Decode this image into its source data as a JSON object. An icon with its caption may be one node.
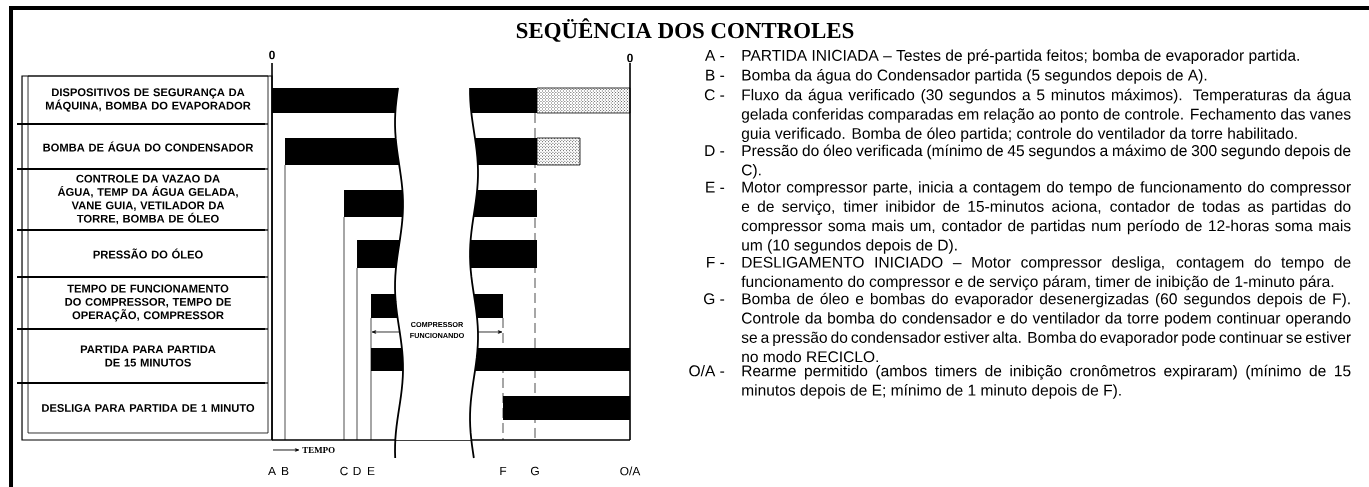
{
  "diagram": {
    "title": "SEQÜÊNCIA DOS CONTROLES",
    "nodes": [
      {
        "text": [
          "DISPOSITIVOS DE SEGURANÇA DA MÁQUINA, BOMBA DO EVAPORADOR"
        ]
      },
      {
        "text": [
          "BOMBA DE ÁGUA DO CONDENSADOR"
        ]
      },
      {
        "text": [
          "CONTROLE DA VAZAO DA ÁGUA, TEMP DA ÁGUA GELADA, VANE GUIA, VETILADOR DA TORRE, BOMBA DE ÓLEO"
        ]
      },
      {
        "text": [
          "PRESSÃO DO ÓLEO"
        ]
      },
      {
        "text": [
          "TEMPO DE FUNCIONAMENTO DO COMPRESSOR, TEMPO DE OPERAÇÃO, COMPRESSOR"
        ]
      },
      {
        "text": [
          "PARTIDA PARA PARTIDA DE 15 MINUTOS"
        ]
      },
      {
        "text": [
          "DESLIGA PARA PARTIDA DE 1 MINUTO"
        ]
      }
    ],
    "labels": [
      "0",
      "0",
      "A",
      "B",
      "C",
      "D",
      "E",
      "F",
      "G",
      "O/A",
      "TEMPO",
      "COMPRESSOR FUNCIONANDO",
      "A -",
      "PARTIDA INICIADA – Testes de pré-partida feitos; bomba de evaporador partida.",
      "B -",
      "Bomba da água do Condensador partida (5 segundos depois de A).",
      "C -",
      "Fluxo da água verificado (30 segundos a 5 minutos máximos). Temperaturas da água gelada conferidas comparadas em relação ao ponto de controle. Fechamento das vanes guia verificado. Bomba de óleo partida; controle do ventilador da torre habilitado.",
      "D -",
      "Pressão do óleo verificada (mínimo de 45 segundos a máximo de 300 segundo depois de C).",
      "E -",
      "Motor compressor parte, inicia a contagem do tempo de funcionamento do compressor e de serviço, timer inibidor de 15-minutos aciona, contador de todas as partidas do compressor soma mais um, contador de partidas num período de 12-horas soma mais um (10 segundos depois de D).",
      "F -",
      "DESLIGAMENTO INICIADO – Motor compressor desliga, contagem do tempo de funcionamento do compressor e de serviço páram, timer de inibição de 1-minuto pára.",
      "G -",
      "Bomba de óleo e bombas do evaporador desenergizadas (60 segundos depois de F). Controle da bomba do condensador e do ventilador da torre podem continuar operando se a pressão do condensador estiver alta. Bomba do evaporador pode continuar se estiver no modo RECICLO.",
      "O/A -",
      "Rearme permitido (ambos timers de inibição cronômetros expiraram) (mínimo de 15 minutos depois de E; mínimo de 1 minuto depois de F)."
    ]
  }
}
